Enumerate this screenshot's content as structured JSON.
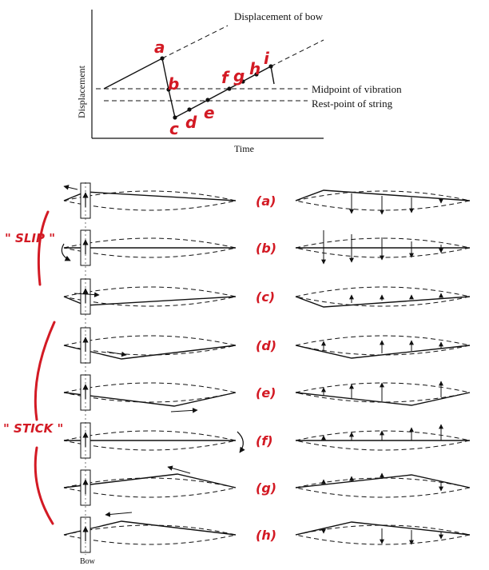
{
  "graph": {
    "y_axis_label": "Displacement",
    "x_axis_label": "Time",
    "lines": {
      "bow": "Displacement of bow",
      "midpoint": "Midpoint of vibration",
      "rest": "Rest-point of string"
    },
    "points": [
      "a",
      "b",
      "c",
      "d",
      "e",
      "f",
      "g",
      "h",
      "i"
    ]
  },
  "phases": {
    "slip": "\" SLIP \"",
    "stick": "\" STICK \""
  },
  "bow_label": "Bow",
  "frames": [
    {
      "label": "(a)"
    },
    {
      "label": "(b)"
    },
    {
      "label": "(c)"
    },
    {
      "label": "(d)"
    },
    {
      "label": "(e)"
    },
    {
      "label": "(f)"
    },
    {
      "label": "(g)"
    },
    {
      "label": "(h)"
    }
  ]
}
